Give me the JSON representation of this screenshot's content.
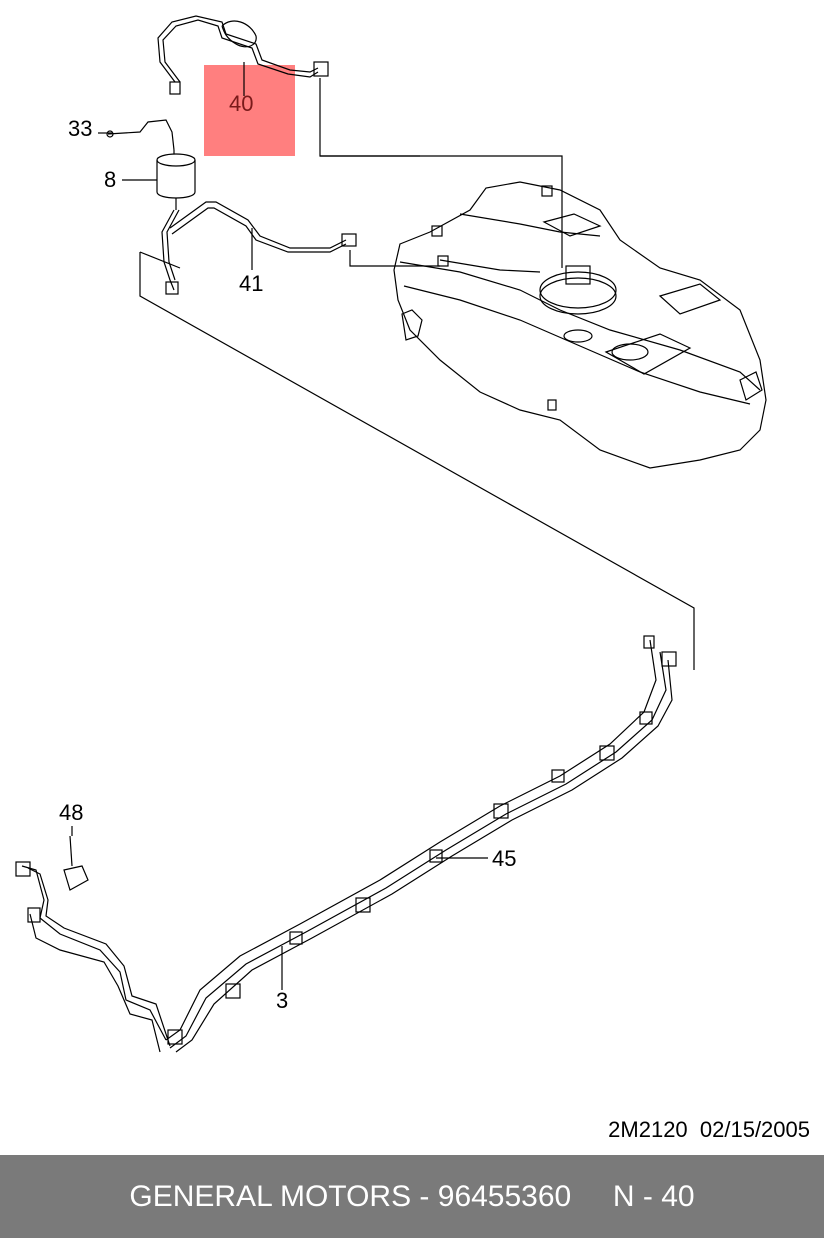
{
  "callouts": {
    "c40": "40",
    "c33": "33",
    "c8": "8",
    "c41": "41",
    "c48": "48",
    "c45": "45",
    "c3": "3"
  },
  "highlight": {
    "part": "40",
    "color": "#ff7f7f"
  },
  "drawing_code": "2M2120  02/15/2005",
  "footer": {
    "text": "GENERAL MOTORS - 96455360     N - 40",
    "background": "#7a7a7a"
  },
  "icons": [
    "fuel-tank-icon",
    "fuel-filter-icon",
    "fuel-pipe-icon",
    "clip-icon",
    "bracket-icon"
  ]
}
